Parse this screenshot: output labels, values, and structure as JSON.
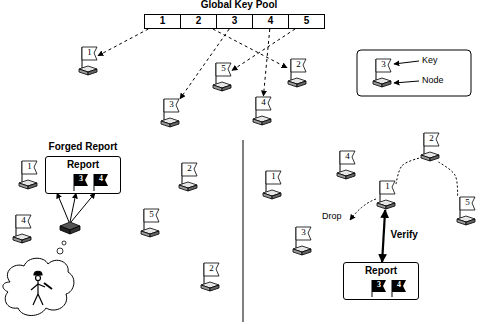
{
  "diagram": {
    "nodes": [
      {
        "text": [
          "Global Key Pool"
        ]
      },
      {
        "text": [
          "1"
        ],
        "in": 0
      },
      {
        "text": [
          "2"
        ],
        "in": 0
      },
      {
        "text": [
          "3"
        ],
        "in": 0
      },
      {
        "text": [
          "4"
        ],
        "in": 0
      },
      {
        "text": [
          "5"
        ],
        "in": 0
      },
      {
        "text": [
          "1"
        ]
      },
      {
        "text": [
          "2"
        ]
      },
      {
        "text": [
          "5"
        ]
      },
      {
        "text": [
          "3"
        ]
      },
      {
        "text": [
          "4"
        ]
      },
      {
        "text": [
          "3"
        ]
      },
      {
        "text": [
          "Forged Report",
          "Report"
        ]
      },
      {
        "text": [
          "3"
        ],
        "in": 12
      },
      {
        "text": [
          "4"
        ],
        "in": 12
      },
      {
        "text": [
          "1"
        ]
      },
      {
        "text": [
          "2"
        ]
      },
      {
        "text": [
          "4"
        ]
      },
      {
        "text": [
          "5"
        ]
      },
      {
        "text": [
          "2"
        ]
      },
      {
        "text": [
          "1"
        ]
      },
      {
        "text": [
          "4"
        ]
      },
      {
        "text": [
          "2"
        ]
      },
      {
        "text": [
          "1"
        ]
      },
      {
        "text": [
          "3"
        ]
      },
      {
        "text": [
          "5"
        ]
      },
      {
        "text": [
          "Report"
        ]
      },
      {
        "text": [
          "3"
        ],
        "in": 26
      },
      {
        "text": [
          "4"
        ],
        "in": 26
      }
    ],
    "edges": [
      {
        "from": 1,
        "to": 6,
        "arrow": "to"
      },
      {
        "from": 2,
        "to": 7,
        "arrow": "to"
      },
      {
        "from": 3,
        "to": 9,
        "arrow": "to"
      },
      {
        "from": 4,
        "to": 10,
        "arrow": "to"
      },
      {
        "from": 5,
        "to": 8,
        "arrow": "to"
      },
      {
        "from": 23,
        "to": 22,
        "arrow": "none"
      },
      {
        "from": 22,
        "to": 25,
        "arrow": "none"
      },
      {
        "from": 23,
        "to": 26,
        "label": "Verify",
        "arrow": "both"
      }
    ],
    "labels": [
      "Key",
      "Node",
      "Drop"
    ]
  }
}
